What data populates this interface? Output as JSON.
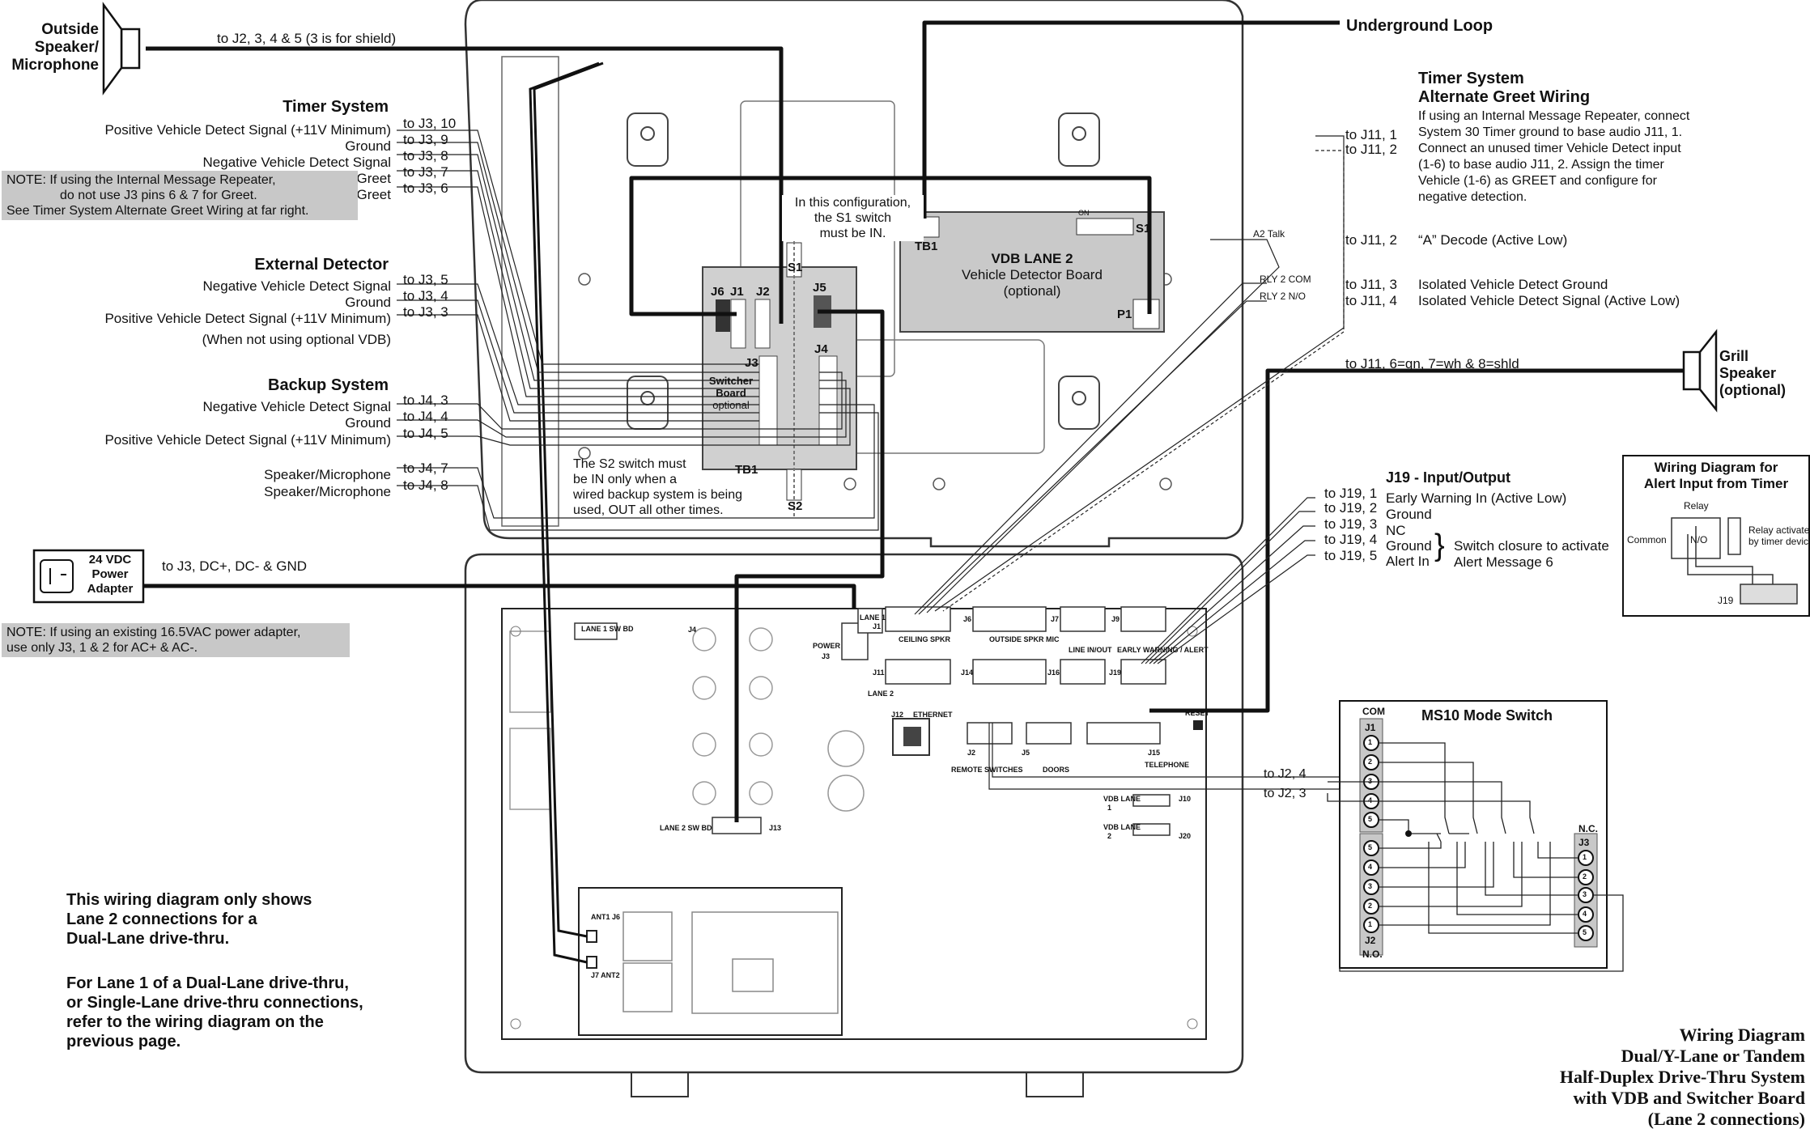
{
  "outside_speaker": {
    "title_lines": [
      "Outside",
      "Speaker/",
      "Microphone"
    ],
    "wire_label": "to J2,  3, 4 & 5  (3 is for shield)"
  },
  "underground_loop": "Underground Loop",
  "timer_system": {
    "title": "Timer System",
    "signals": [
      {
        "label": "Positive Vehicle Detect Signal (+11V Minimum)",
        "to": "to J3, 10"
      },
      {
        "label": "Ground",
        "to": "to J3,  9"
      },
      {
        "label": "Negative Vehicle Detect Signal",
        "to": "to J3,  8"
      },
      {
        "label": "Greet",
        "to": "to J3,  7"
      },
      {
        "label": "Greet",
        "to": "to J3,  6"
      }
    ],
    "note_lines": [
      "NOTE:  If using the Internal Message Repeater,",
      "do not use J3 pins 6 & 7 for Greet.",
      "See Timer System Alternate Greet Wiring at far right."
    ]
  },
  "external_detector": {
    "title": "External Detector",
    "signals": [
      {
        "label": "Negative Vehicle Detect Signal",
        "to": "to J3,  5"
      },
      {
        "label": "Ground",
        "to": "to J3,  4"
      },
      {
        "label": "Positive Vehicle Detect Signal (+11V Minimum)",
        "to": "to J3,  3"
      }
    ],
    "subnote": "(When not using optional VDB)"
  },
  "backup_system": {
    "title": "Backup System",
    "signals": [
      {
        "label": "Negative Vehicle Detect Signal",
        "to": "to J4,  3"
      },
      {
        "label": "Ground",
        "to": "to J4,  4"
      },
      {
        "label": "Positive Vehicle Detect Signal (+11V Minimum)",
        "to": "to J4,  5"
      },
      {
        "label": "Speaker/Microphone",
        "to": "to J4,  7"
      },
      {
        "label": "Speaker/Microphone",
        "to": "to J4,  8"
      }
    ]
  },
  "power_adapter": {
    "lines": [
      "24 VDC",
      "Power",
      "Adapter"
    ],
    "wire_label": "to J3, DC+, DC- & GND"
  },
  "power_note_lines": [
    "NOTE:  If using an existing 16.5VAC power adapter,",
    "use only J3, 1 & 2 for AC+ & AC-."
  ],
  "lane_note_lines": [
    "This wiring diagram only shows",
    "Lane 2 connections for a",
    "Dual-Lane drive-thru."
  ],
  "lane1_note_lines": [
    "For Lane 1 of a Dual-Lane drive-thru,",
    "or Single-Lane drive-thru connections,",
    "refer to the wiring diagram on the",
    "previous page."
  ],
  "s1_note_lines": [
    "In this configuration,",
    "the S1 switch",
    "must be IN."
  ],
  "s2_note_lines": [
    "The S2 switch must",
    "be IN only when a",
    "wired backup system is being",
    "used, OUT all other times."
  ],
  "vdb": {
    "title": "VDB LANE 2",
    "subtitle": "Vehicle Detector Board",
    "optional": "(optional)",
    "tb1": "TB1",
    "s1": "S1",
    "p1": "P1",
    "on": "ON"
  },
  "switcher": {
    "labels": [
      "Switcher",
      "Board",
      "optional"
    ],
    "j6": "J6",
    "j1": "J1",
    "j2": "J2",
    "j5": "J5",
    "j4": "J4",
    "j3": "J3",
    "tb1": "TB1",
    "s1": "S1",
    "s2": "S2"
  },
  "alt_greet": {
    "title_lines": [
      "Timer System",
      "Alternate Greet Wiring"
    ],
    "desc_lines": [
      "If using an Internal Message Repeater, connect",
      "System 30 Timer ground to base audio J11, 1.",
      "Connect an unused timer Vehicle Detect input",
      "(1-6) to base audio J11, 2.  Assign the timer",
      "Vehicle (1-6) as GREET and configure for",
      "negative detection."
    ],
    "to1": "to J11,  1",
    "to2": "to J11,  2"
  },
  "j11_signals": [
    {
      "wire": "A2 Talk",
      "to": "to J11,  2",
      "label": "“A” Decode (Active Low)"
    },
    {
      "wire": "RLY 2 COM",
      "to": "to J11,  3",
      "label": "Isolated Vehicle Detect Ground"
    },
    {
      "wire": "RLY 2 N/O",
      "to": "to J11,  4",
      "label": "Isolated Vehicle Detect Signal (Active Low)"
    }
  ],
  "grill": {
    "wire_label": "to J11, 6=gn, 7=wh & 8=shld",
    "title_lines": [
      "Grill",
      "Speaker",
      "(optional)"
    ]
  },
  "j19": {
    "title": "J19 - Input/Output",
    "rows": [
      {
        "to": "to J19,  1",
        "label": "Early Warning In (Active Low)"
      },
      {
        "to": "to J19,  2",
        "label": "Ground"
      },
      {
        "to": "to J19,  3",
        "label": "NC"
      },
      {
        "to": "to J19,  4",
        "label": "Ground"
      },
      {
        "to": "to J19,  5",
        "label": "Alert In"
      }
    ],
    "brace_note_lines": [
      "Switch closure to activate",
      "Alert Message 6"
    ]
  },
  "alert_box": {
    "title_lines": [
      "Wiring Diagram for",
      "Alert Input from Timer"
    ],
    "relay": "Relay",
    "common": "Common",
    "no": "N/O",
    "relay_note": [
      "Relay activated",
      "by timer device"
    ],
    "j19": "J19"
  },
  "ms10": {
    "title": "MS10 Mode Switch",
    "com": "COM",
    "j1": "J1",
    "j2": "J2",
    "j3": "J3",
    "nc": "N.C.",
    "no": "N.O.",
    "j1_pins": [
      "1",
      "2",
      "3",
      "4",
      "5"
    ],
    "j2_pins": [
      "5",
      "4",
      "3",
      "2",
      "1"
    ],
    "j3_pins": [
      "1",
      "2",
      "3",
      "4",
      "5"
    ],
    "to_j2_4": "to J2, 4",
    "to_j2_3": "to J2, 3"
  },
  "base_board": {
    "lane1_sw": "LANE 1 SW BD",
    "j4": "J4",
    "power": "POWER",
    "j3": "J3",
    "lane1": "LANE 1",
    "j1": "J1",
    "lane2": "LANE 2",
    "j11": "J11",
    "j6": "J6",
    "j7": "J7",
    "j9": "J9",
    "j14": "J14",
    "j16": "J16",
    "j19": "J19",
    "ceiling_spkr": "CEILING SPKR",
    "outside_spkr_mic": "OUTSIDE SPKR MIC",
    "line_in_out": "LINE IN/OUT",
    "early_warning": "EARLY WARNING / ALERT",
    "j12": "J12",
    "ethernet": "ETHERNET",
    "j2": "J2",
    "j5": "J5",
    "j15": "J15",
    "remote_switches": "REMOTE  SWITCHES",
    "doors": "DOORS",
    "telephone": "TELEPHONE",
    "reset": "RESET",
    "vdb_lane1": "VDB LANE",
    "vdb_lane1_num": "1",
    "j10": "J10",
    "vdb_lane2": "VDB LANE",
    "vdb_lane2_num": "2",
    "j20": "J20",
    "lane2_sw": "LANE 2 SW BD",
    "j13": "J13",
    "ant1": "ANT1 J6",
    "ant2": "J7 ANT2"
  },
  "footer_title_lines": [
    "Wiring Diagram",
    "Dual/Y-Lane or Tandem",
    "Half-Duplex Drive-Thru System",
    "with VDB and Switcher Board",
    "(Lane 2 connections)"
  ]
}
